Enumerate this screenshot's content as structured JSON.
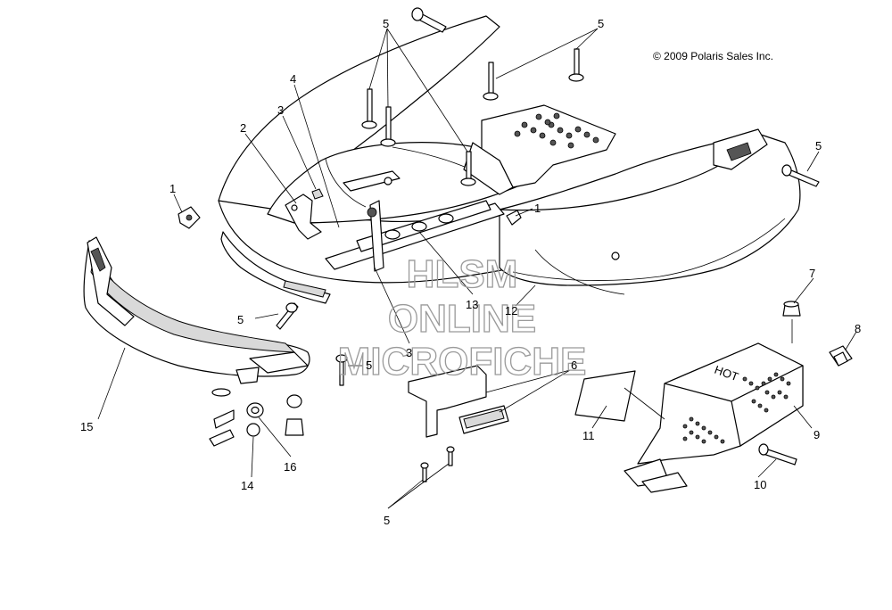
{
  "copyright": "© 2009 Polaris Sales Inc.",
  "watermark": {
    "line1": "HLSM",
    "line2": "ONLINE",
    "line3": "MICROFICHE"
  },
  "labels": {
    "c1a": "1",
    "c1b": "1",
    "c2": "2",
    "c3a": "3",
    "c3b": "3",
    "c4": "4",
    "c5_top": "5",
    "c5_topright": "5",
    "c5_right": "5",
    "c5_left": "5",
    "c5_mid": "5",
    "c5_bottom": "5",
    "c6": "6",
    "c7": "7",
    "c8": "8",
    "c9": "9",
    "c10": "10",
    "c11": "11",
    "c12": "12",
    "c13": "13",
    "c14": "14",
    "c15": "15",
    "c16": "16"
  }
}
